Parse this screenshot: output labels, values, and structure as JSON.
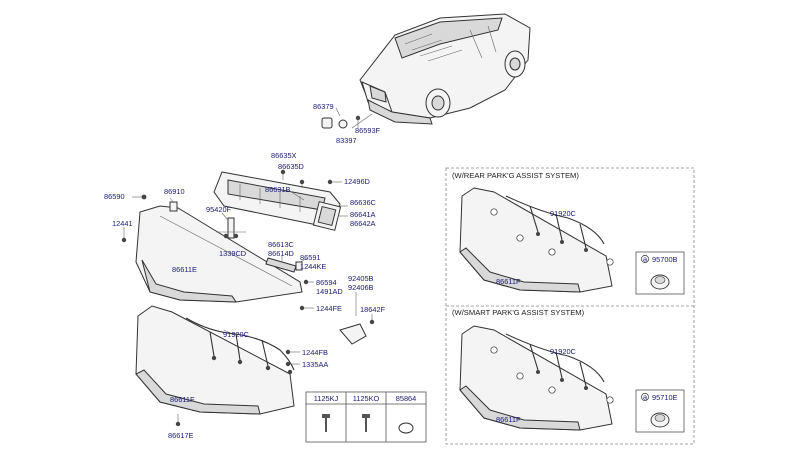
{
  "labels": {
    "l86379": "86379",
    "l86593f": "86593F",
    "l83397": "83397",
    "l86635x": "86635X",
    "l86635d": "86635D",
    "l86631b": "86631B",
    "l12496d": "12496D",
    "l86636c": "86636C",
    "l86641a": "86641A",
    "l86642a": "86642A",
    "l86590": "86590",
    "l86910": "86910",
    "l12441": "12441",
    "l95420f": "95420F",
    "l1339cd": "1339CD",
    "l86613c": "86613C",
    "l86614d": "86614D",
    "l86591": "86591",
    "l1244ke": "1244KE",
    "l86611e": "86611E",
    "l86594": "86594",
    "l1491ad": "1491AD",
    "l92405b": "92405B",
    "l92406b": "92406B",
    "l1244fe": "1244FE",
    "l18642f": "18642F",
    "l91920c_main": "91920C",
    "l1244fb": "1244FB",
    "l1335aa": "1335AA",
    "l86611f_main": "86611F",
    "l86617e": "86617E"
  },
  "rear_assist": {
    "title": "(W/REAR PARK'G ASSIST SYSTEM)",
    "harness": "91920C",
    "bumper": "86611F",
    "callout": "a",
    "sensor_part": "95700B"
  },
  "smart_assist": {
    "title": "(W/SMART PARK'G ASSIST SYSTEM)",
    "harness": "91920C",
    "bumper": "86611F",
    "callout": "a",
    "sensor_part": "95710E"
  },
  "fastener_table": {
    "headers": [
      "1125KJ",
      "1125KO",
      "85864"
    ]
  },
  "icons": {
    "vehicle": "suv-rear-view-icon",
    "bolt": "bolt-icon",
    "screw": "screw-icon",
    "clip": "clip-icon",
    "sensor": "parking-sensor-icon"
  }
}
